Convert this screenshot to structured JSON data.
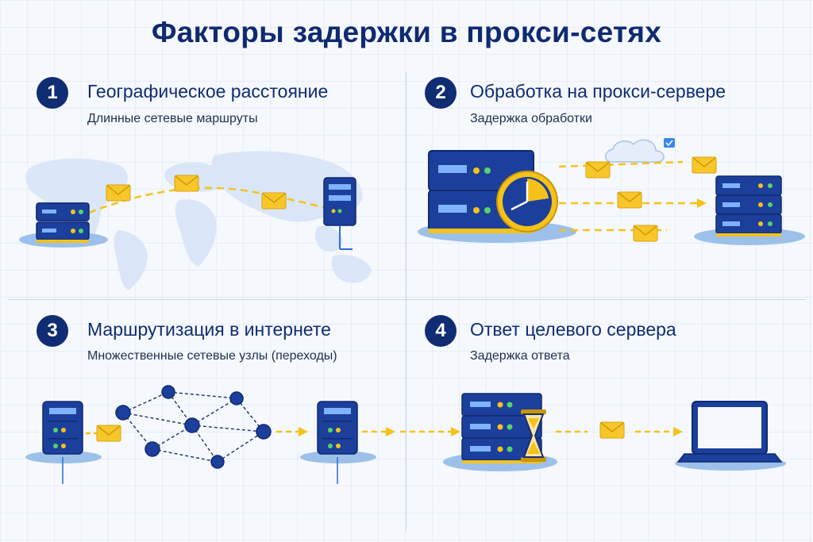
{
  "title": "Факторы задержки в прокси-сетях",
  "sections": [
    {
      "number": "1",
      "title": "Географическое расстояние",
      "subtitle": "Длинные сетевые маршруты"
    },
    {
      "number": "2",
      "title": "Обработка на прокси-сервере",
      "subtitle": "Задержка обработки"
    },
    {
      "number": "3",
      "title": "Маршрутизация в интернете",
      "subtitle": "Множественные сетевые узлы (переходы)"
    },
    {
      "number": "4",
      "title": "Ответ целевого сервера",
      "subtitle": "Задержка ответа"
    }
  ],
  "colors": {
    "navy": "#102c72",
    "server_blue": "#1b3f9b",
    "accent_yellow": "#f4c21a",
    "light_blue": "#cfe0f6"
  }
}
